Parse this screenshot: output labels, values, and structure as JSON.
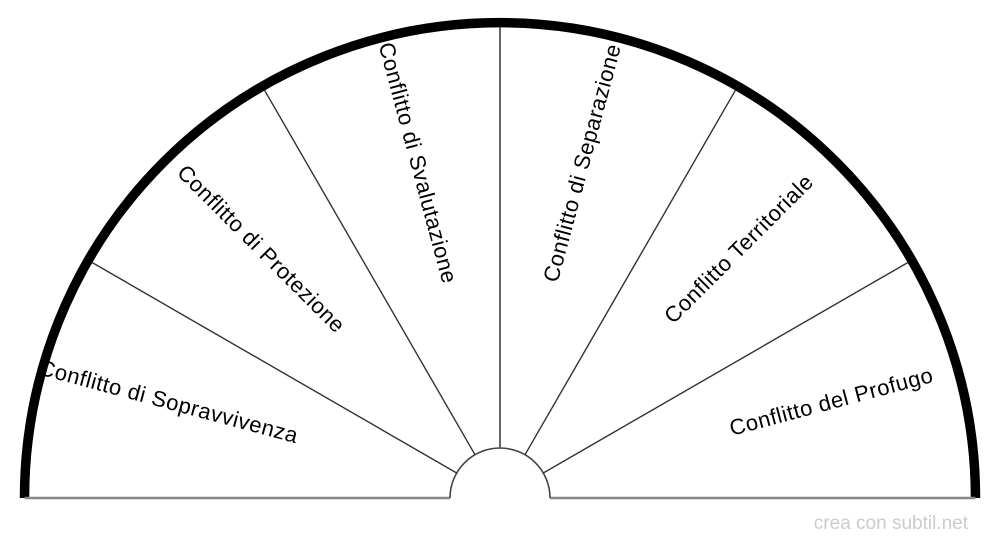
{
  "chart": {
    "type": "semicircle-dial",
    "description": "Pendulum dowsing half-circle chart divided into 6 equal 30-degree sectors",
    "sectors": [
      {
        "label": "Conflitto di Sopravvivenza",
        "start_angle_deg": 150,
        "end_angle_deg": 180,
        "mid_angle_deg": 165
      },
      {
        "label": "Conflitto di Protezione",
        "start_angle_deg": 120,
        "end_angle_deg": 150,
        "mid_angle_deg": 135
      },
      {
        "label": "Conflitto di Svalutazione",
        "start_angle_deg": 90,
        "end_angle_deg": 120,
        "mid_angle_deg": 105
      },
      {
        "label": "Conflitto di Separazione",
        "start_angle_deg": 60,
        "end_angle_deg": 90,
        "mid_angle_deg": 75
      },
      {
        "label": "Conflitto Territoriale",
        "start_angle_deg": 30,
        "end_angle_deg": 60,
        "mid_angle_deg": 45
      },
      {
        "label": "Conflitto del Profugo",
        "start_angle_deg": 0,
        "end_angle_deg": 30,
        "mid_angle_deg": 15
      }
    ],
    "colors": {
      "outer_arc": "#000000",
      "divider_line": "#333333",
      "base_line": "#888888",
      "notch_stroke": "#444444",
      "label_text": "#000000",
      "background": "#ffffff",
      "watermark_text": "#cccccc"
    }
  },
  "watermark": {
    "text": "crea con subtil.net"
  }
}
